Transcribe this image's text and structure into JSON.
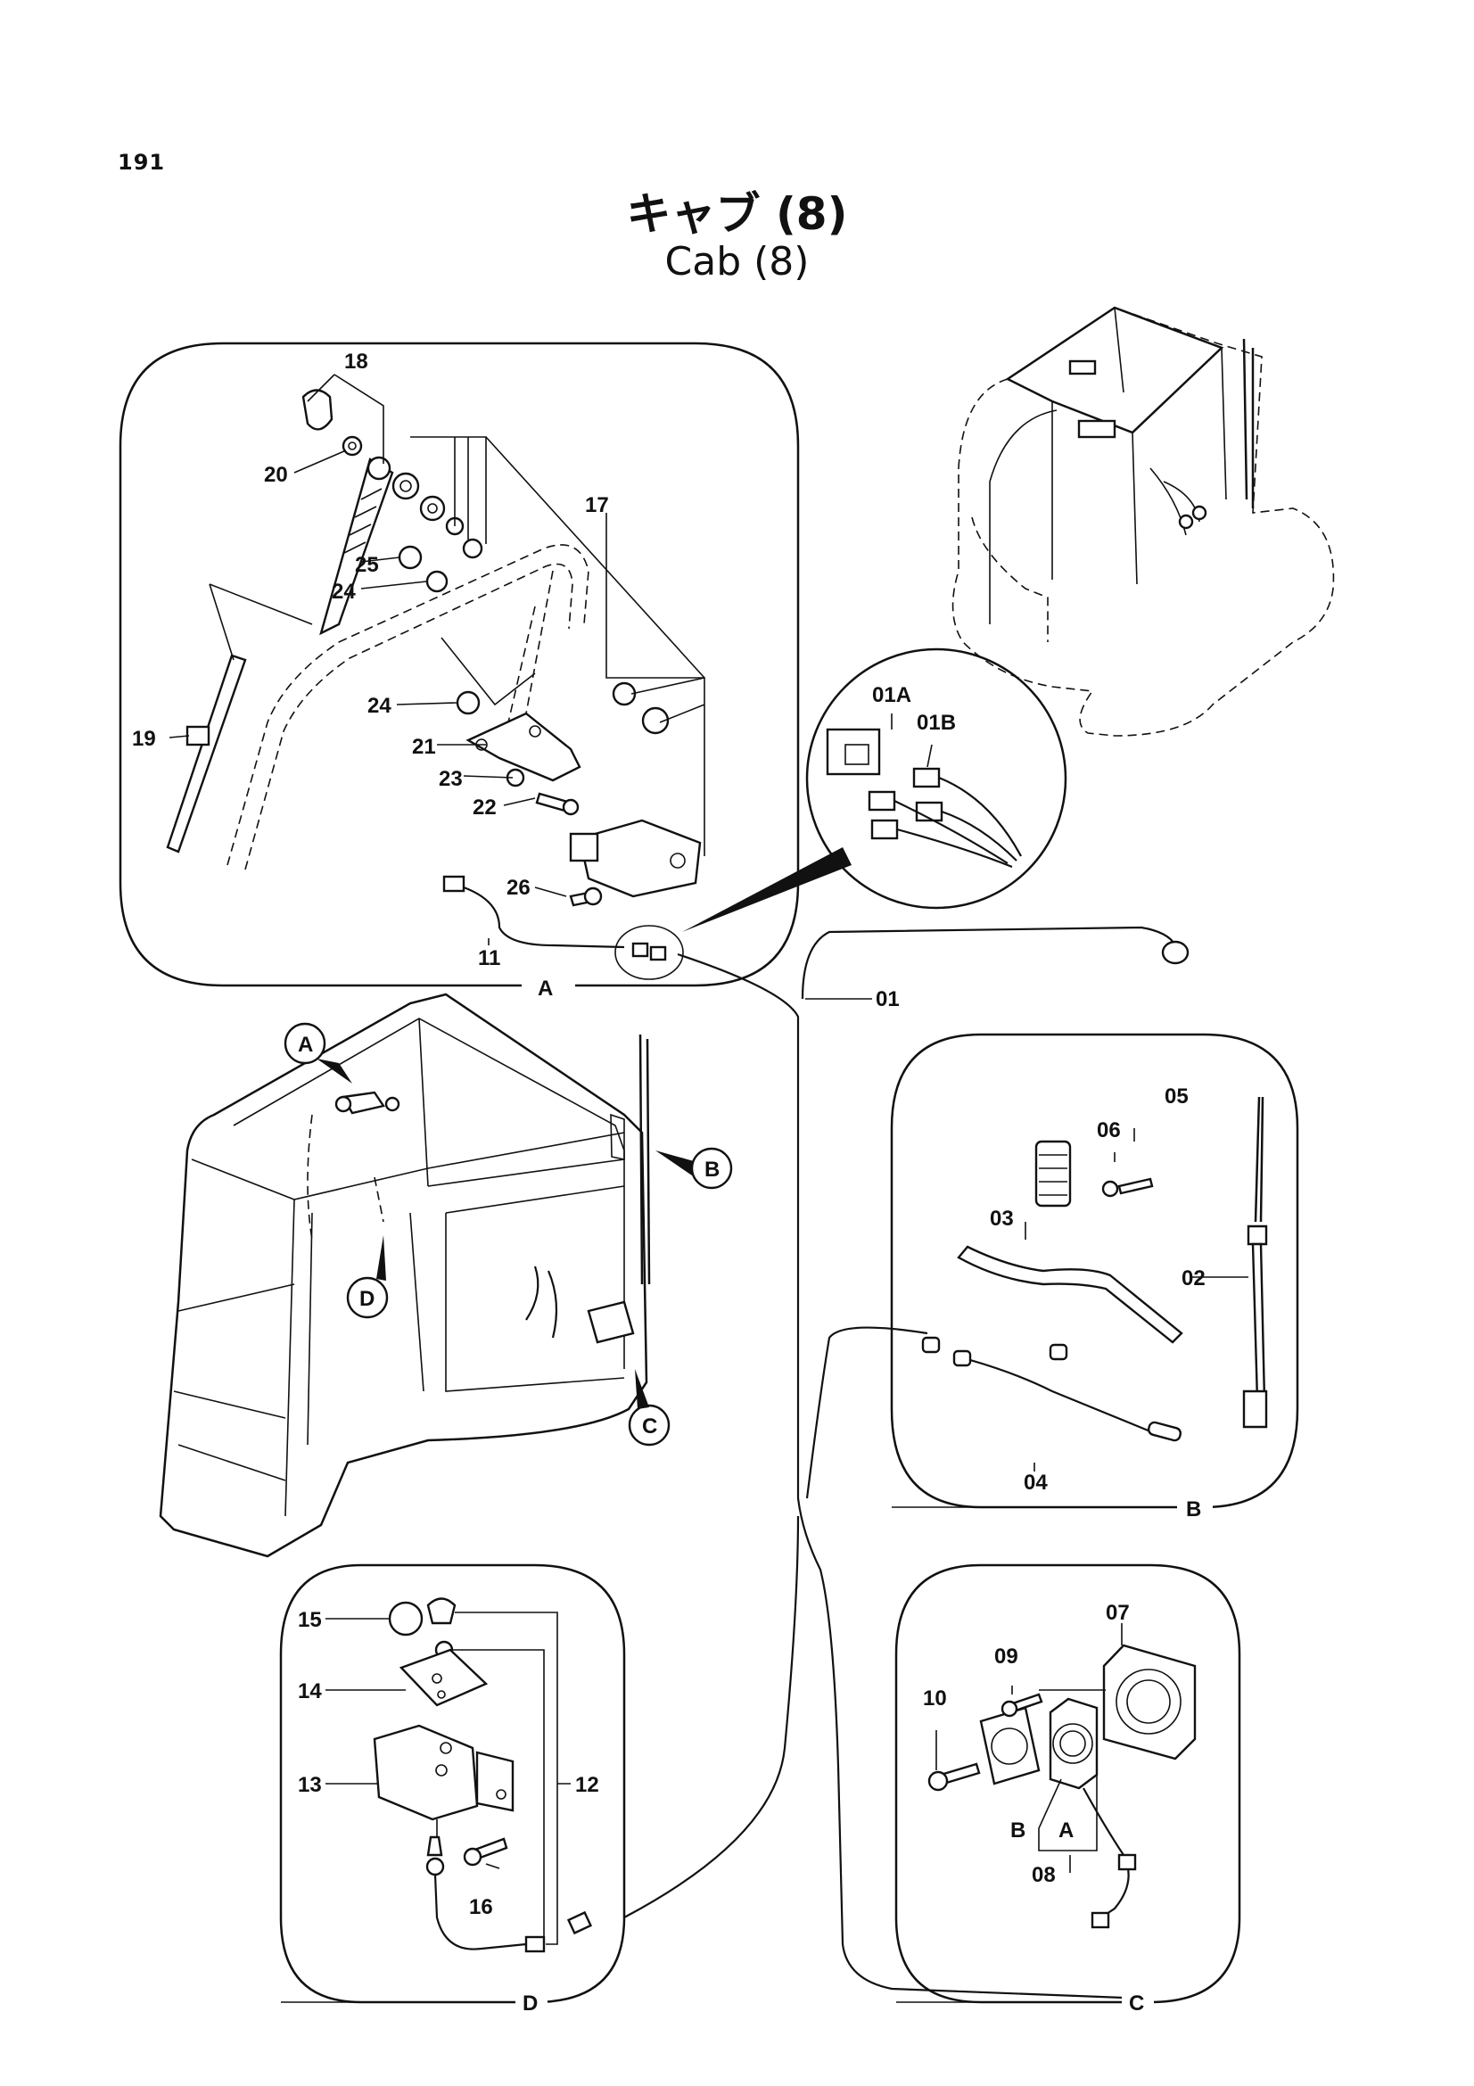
{
  "page_number": "191",
  "title_jp": "キャブ (8)",
  "title_en": "Cab (8)",
  "detail_markers": [
    {
      "id": "A",
      "label": "A"
    },
    {
      "id": "B",
      "label": "B"
    },
    {
      "id": "C",
      "label": "C"
    },
    {
      "id": "D",
      "label": "D"
    }
  ],
  "panel_labels": {
    "a": "A",
    "b": "B",
    "c": "C",
    "d": "D"
  },
  "part_labels": {
    "p01": "01",
    "p01A": "01A",
    "p01B": "01B",
    "p02": "02",
    "p03": "03",
    "p04": "04",
    "p05": "05",
    "p06": "06",
    "p07": "07",
    "p08": "08",
    "p09": "09",
    "p10": "10",
    "p11": "11",
    "p12": "12",
    "p13": "13",
    "p14": "14",
    "p15": "15",
    "p16": "16",
    "p17": "17",
    "p18": "18",
    "p19": "19",
    "p20": "20",
    "p21": "21",
    "p22": "22",
    "p23": "23",
    "p24a": "24",
    "p24b": "24",
    "p25": "25",
    "p26": "26",
    "p08A": "A",
    "p08B": "B"
  }
}
